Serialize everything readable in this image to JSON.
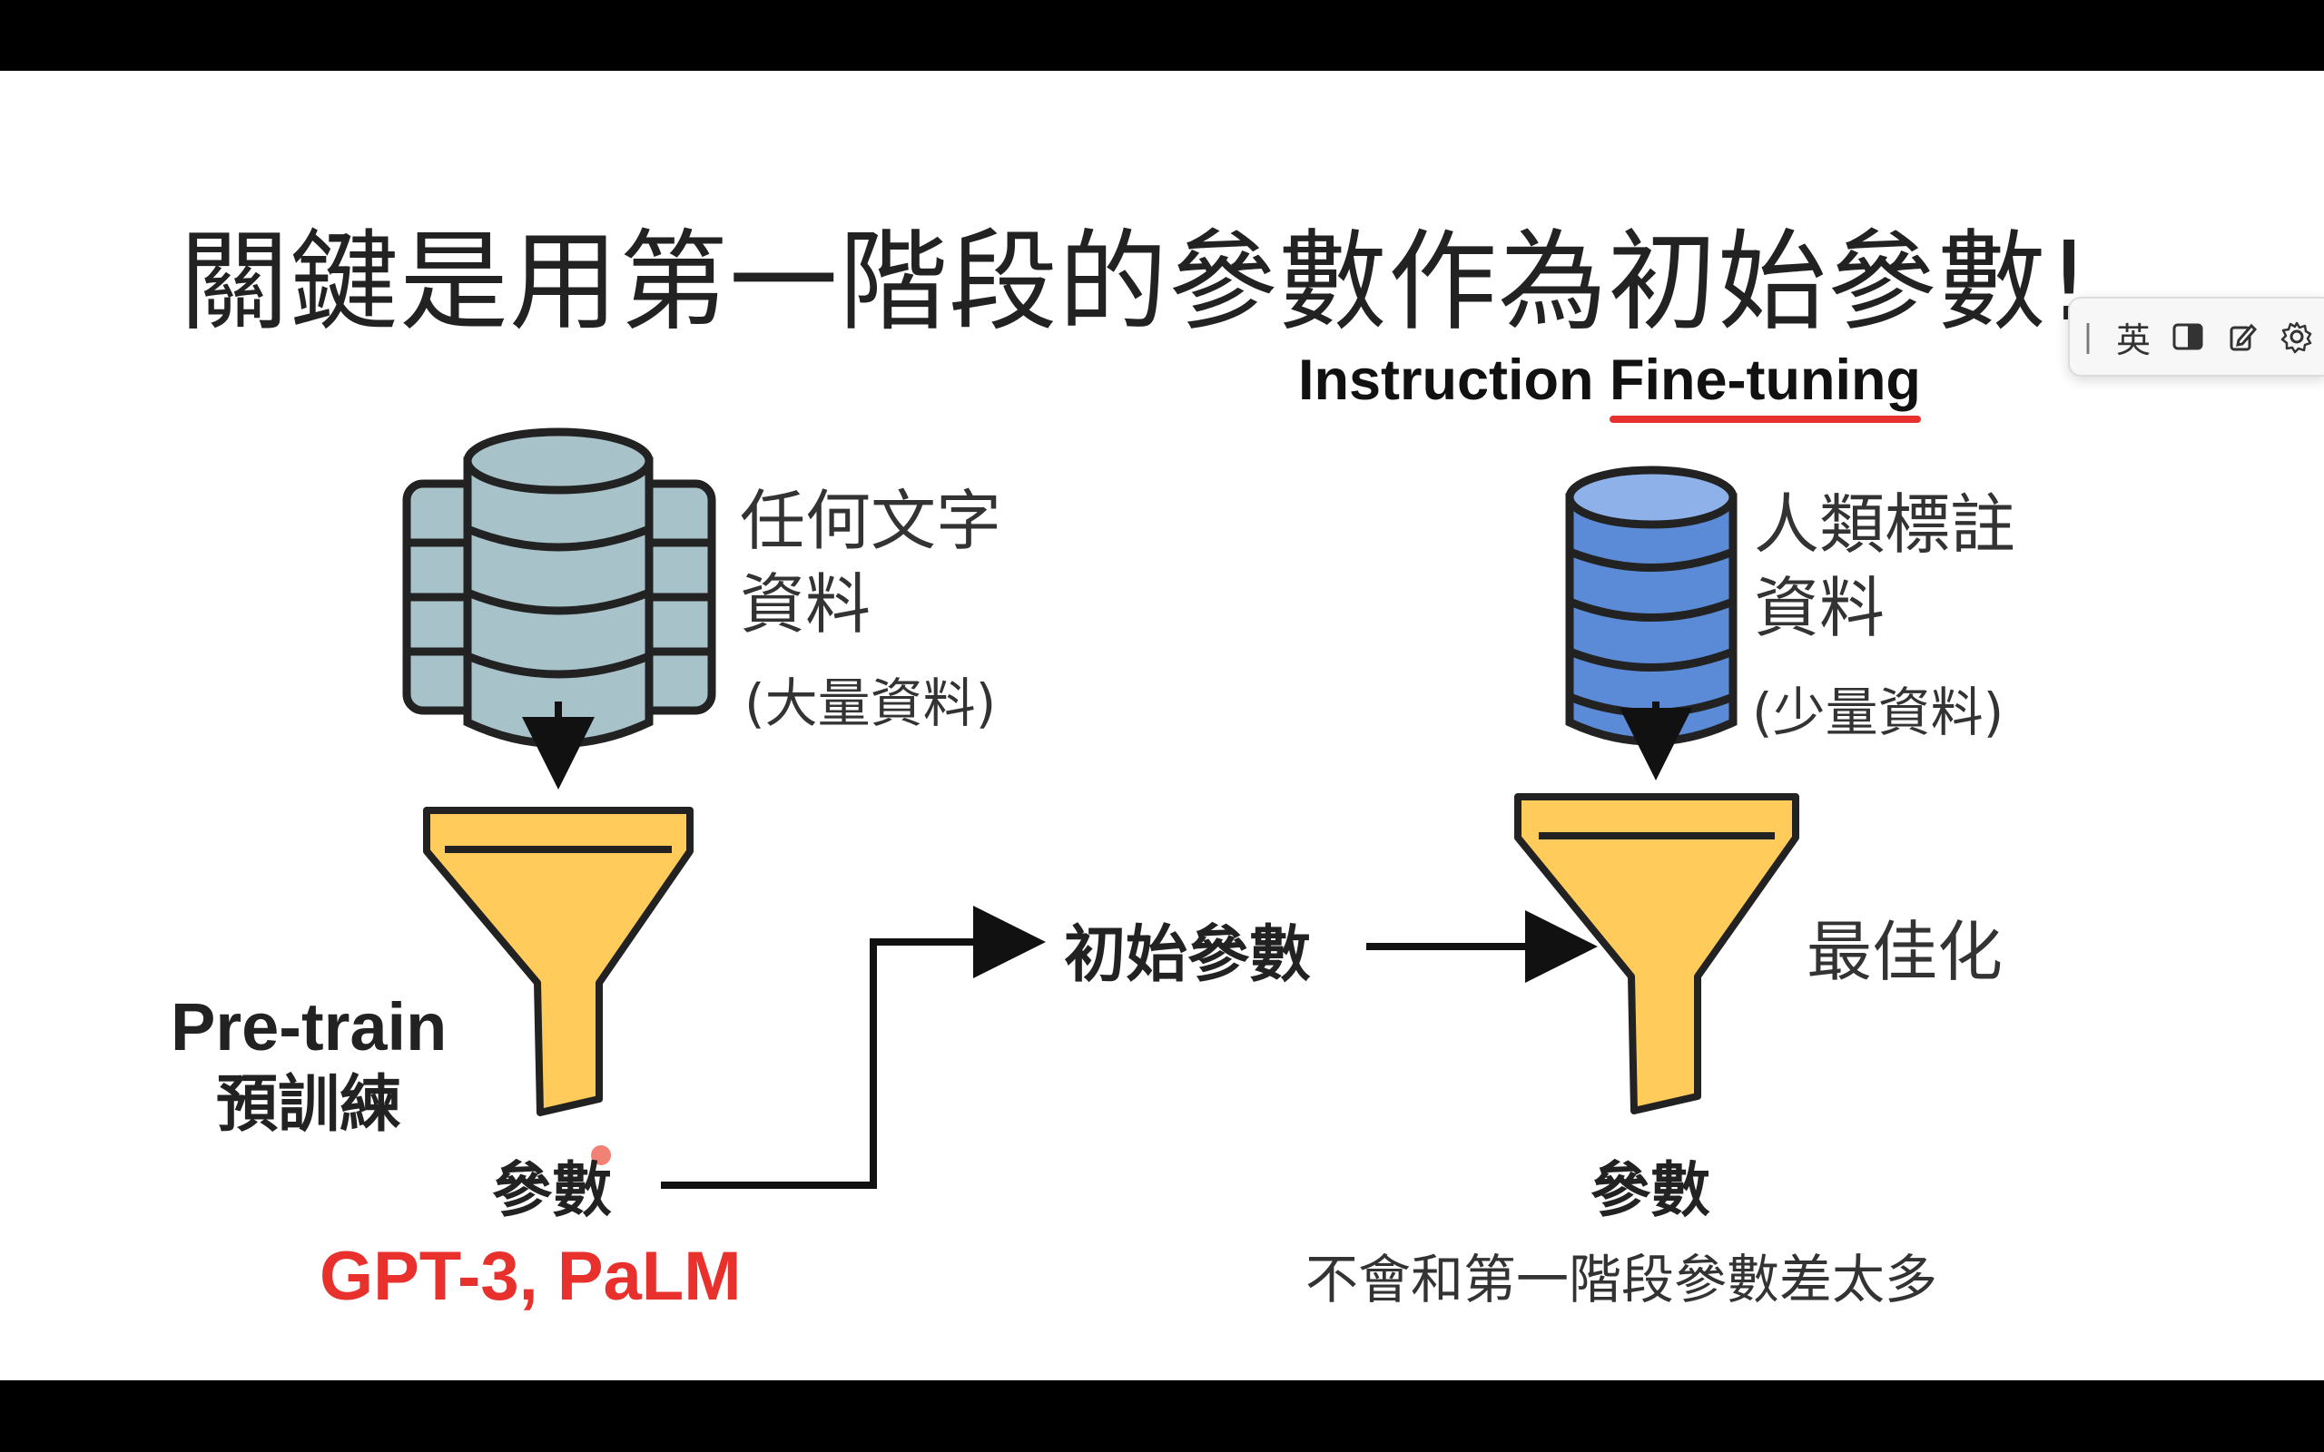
{
  "slide": {
    "title": "關鍵是用第一階段的參數作為初始參數!",
    "instruction_prefix": "Instruction",
    "instruction_highlight": "Fine-tuning",
    "left": {
      "data_label_line1": "任何文字",
      "data_label_line2": "資料",
      "data_amount": "(大量資料)",
      "stage_name": "Pre-train",
      "stage_name_zh": "預訓練",
      "output_label": "參數",
      "models": "GPT-3, PaLM"
    },
    "middle": {
      "init_label": "初始參數"
    },
    "right": {
      "data_label_line1": "人類標註",
      "data_label_line2": "資料",
      "data_amount": "(少量資料)",
      "optimize_label": "最佳化",
      "output_label": "參數",
      "note": "不會和第一階段參數差太多"
    }
  },
  "ime_toolbar": {
    "grip": "|",
    "language": "英",
    "icons": [
      "half-width-icon",
      "tools-icon",
      "settings-gear-icon"
    ]
  },
  "colors": {
    "left_db": "#a7c2c8",
    "right_db": "#5b8bd6",
    "funnel": "#ffcb5a",
    "accent_red": "#e8312c"
  }
}
